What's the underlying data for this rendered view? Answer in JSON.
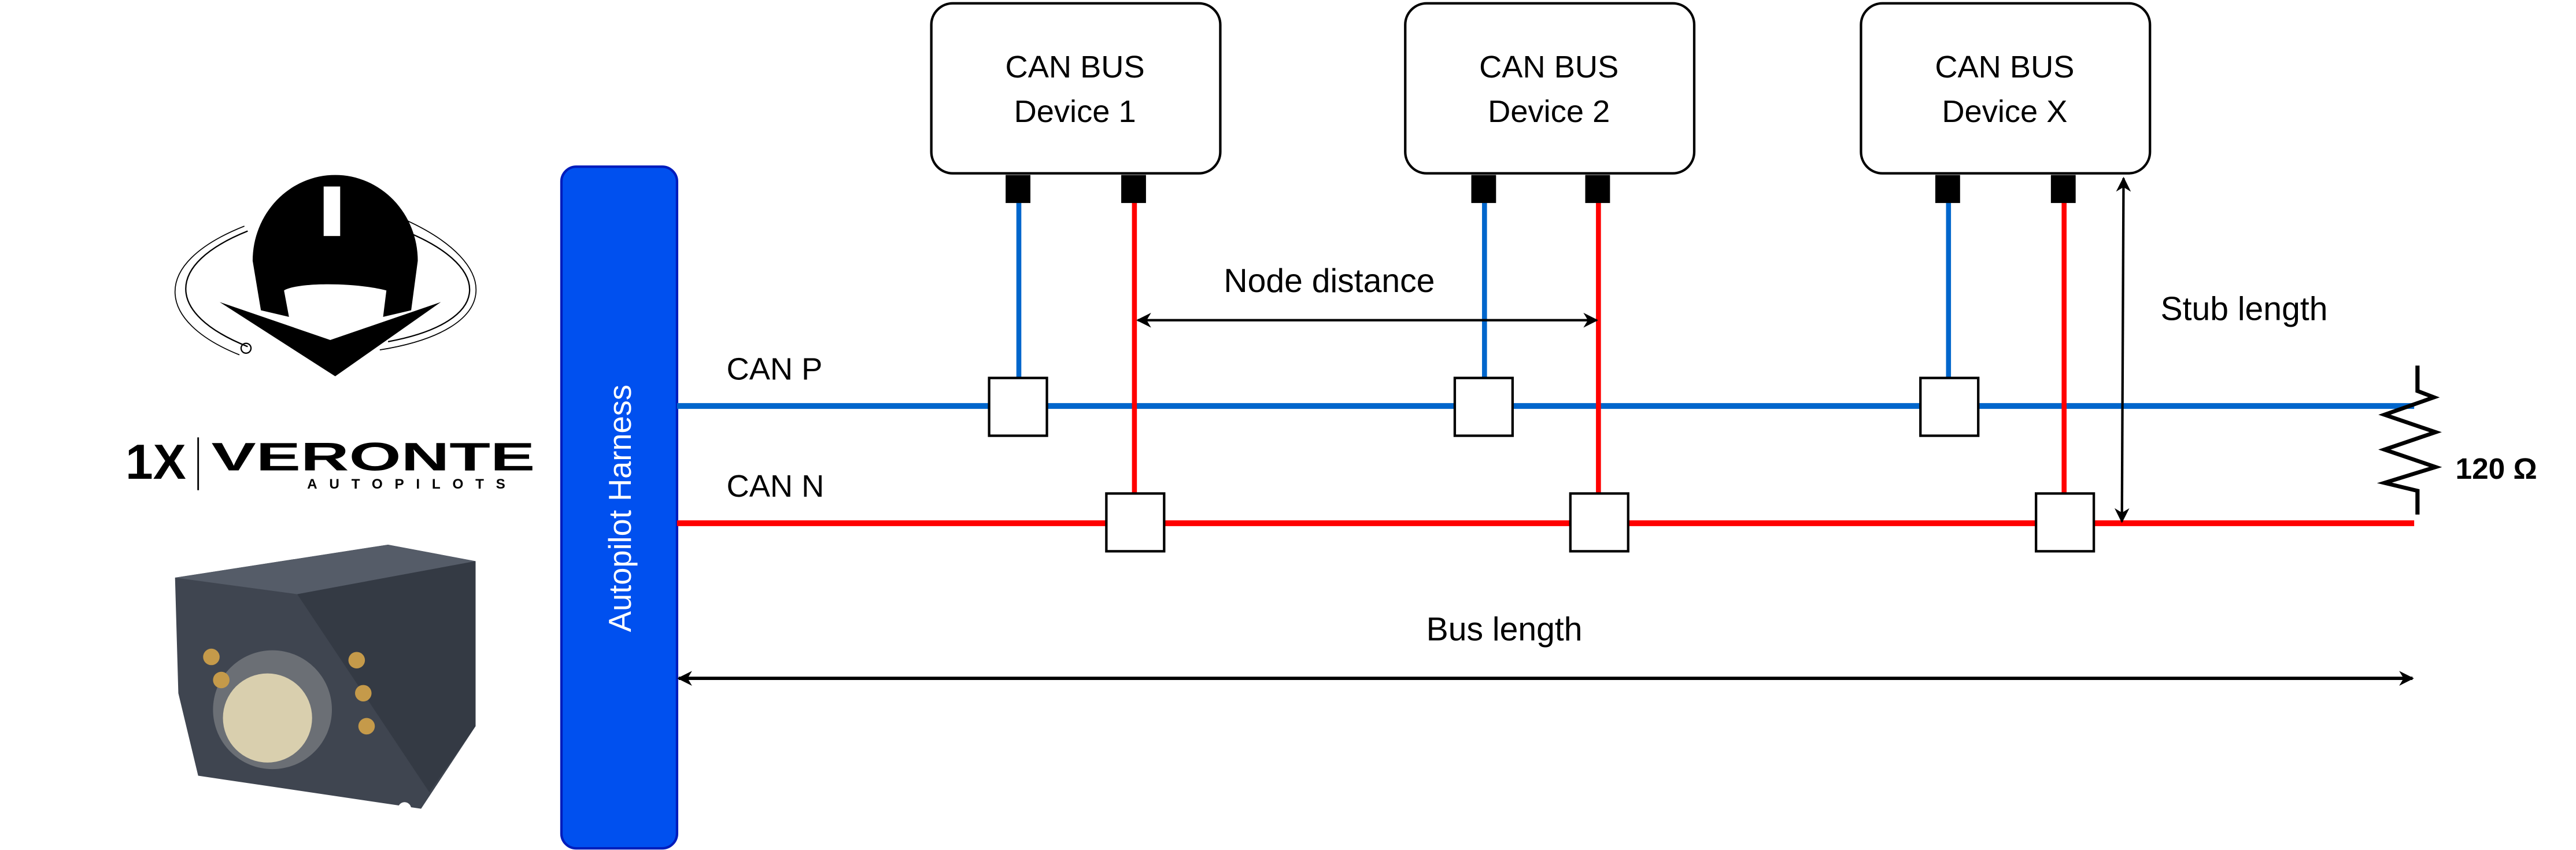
{
  "colors": {
    "can_p": "#0066CC",
    "can_n": "#FF0000",
    "harness": "#0050EF",
    "harness_border": "#001DBC"
  },
  "logo": {
    "brand": "VERONTE",
    "tagline": "AUTOPILOTS",
    "mark": "1X"
  },
  "harness": {
    "label": "Autopilot Harness"
  },
  "devices": [
    {
      "line1": "CAN BUS",
      "line2": "Device 1"
    },
    {
      "line1": "CAN BUS",
      "line2": "Device 2"
    },
    {
      "line1": "CAN BUS",
      "line2": "Device X"
    }
  ],
  "lines": {
    "can_p": "CAN P",
    "can_n": "CAN N"
  },
  "dimensions": {
    "node_distance": "Node distance",
    "stub_length": "Stub length",
    "bus_length": "Bus length"
  },
  "terminator": {
    "label": "120 Ω",
    "icon": "resistor-icon"
  }
}
